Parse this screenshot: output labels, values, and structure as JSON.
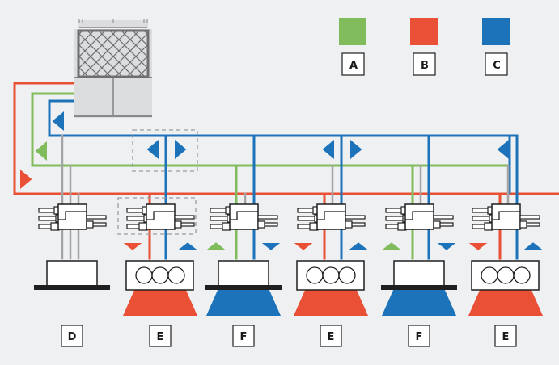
{
  "legend": [
    {
      "label": "A",
      "color": "#80bc5b",
      "name": "green"
    },
    {
      "label": "B",
      "color": "#ea5036",
      "name": "red"
    },
    {
      "label": "C",
      "color": "#1c73b9",
      "name": "blue"
    }
  ],
  "colors": {
    "green": "#80bc5b",
    "red": "#ea5036",
    "blue": "#1c73b9",
    "grey_pipe": "#a4a4a6",
    "background": "#eff0f2",
    "outdoor_unit": "#dcdddf",
    "dark": "#1f1f1f"
  },
  "units": [
    {
      "label": "D",
      "type": "cassette",
      "fan": null
    },
    {
      "label": "E",
      "type": "fan-coil",
      "fan": "red",
      "left_arrow": {
        "color": "red",
        "dir": "down"
      },
      "right_arrow": {
        "color": "blue",
        "dir": "up"
      }
    },
    {
      "label": "F",
      "type": "cassette",
      "fan": "blue",
      "left_arrow": {
        "color": "green",
        "dir": "up"
      },
      "right_arrow": {
        "color": "blue",
        "dir": "down"
      }
    },
    {
      "label": "E",
      "type": "fan-coil",
      "fan": "red",
      "left_arrow": {
        "color": "red",
        "dir": "down"
      },
      "right_arrow": {
        "color": "blue",
        "dir": "up"
      }
    },
    {
      "label": "F",
      "type": "cassette",
      "fan": "blue",
      "left_arrow": {
        "color": "green",
        "dir": "up"
      },
      "right_arrow": {
        "color": "blue",
        "dir": "down"
      }
    },
    {
      "label": "E",
      "type": "fan-coil",
      "fan": "red",
      "left_arrow": {
        "color": "red",
        "dir": "down"
      },
      "right_arrow": {
        "color": "blue",
        "dir": "up"
      }
    }
  ]
}
